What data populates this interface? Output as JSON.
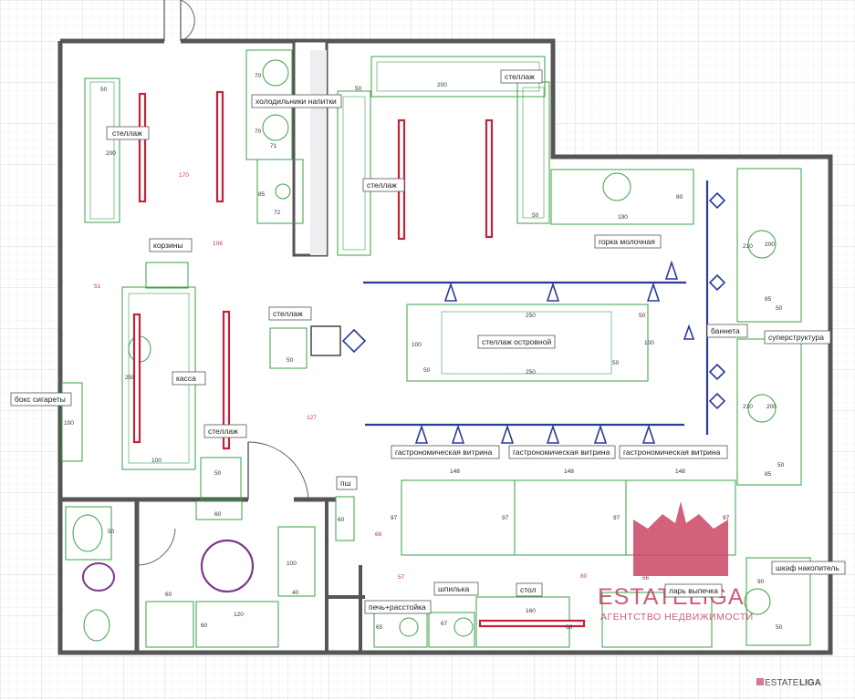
{
  "labels": {
    "shelf_tl": "стеллаж",
    "fridges": "холодильники напитки",
    "shelf_top": "стеллаж",
    "shelf_mid": "стеллаж",
    "milk": "горка молочная",
    "baskets": "корзины",
    "shelf_small": "стеллаж",
    "island": "стеллаж островной",
    "banner": "баннета",
    "superstructure": "суперструктура",
    "cashier": "касса",
    "cigarettes": "бокс сигареты",
    "shelf_bottom": "стеллаж",
    "gastro1": "гастрономическая витрина",
    "gastro2": "гастрономическая витрина",
    "gastro3": "гастрономическая витрина",
    "psh": "пш",
    "cabinet": "шкаф накопитель",
    "oven": "печь+расстойка",
    "pin": "шпилька",
    "table": "стол",
    "chest": "ларь выпечка"
  },
  "dims": {
    "d50a": "50",
    "d200a": "200",
    "d170": "170",
    "d70a": "70",
    "d70b": "70",
    "d71": "71",
    "d85": "85",
    "d72": "72",
    "d108": "108",
    "d200b": "200",
    "d50b": "50",
    "d80": "80",
    "d190": "190",
    "d51": "51",
    "d50c": "50",
    "d250a": "250",
    "d100a": "100",
    "d50d": "50",
    "d250b": "250",
    "d50e": "50",
    "d100b": "100",
    "d50f": "50",
    "d210a": "210",
    "d200c": "200",
    "d85b": "85",
    "d50g": "50",
    "d210b": "210",
    "d200d": "200",
    "d85c": "85",
    "d50h": "50",
    "d250c": "250",
    "d100c": "100",
    "d127": "127",
    "d100d": "100",
    "d50i": "50",
    "d50j": "50",
    "d60a": "60",
    "d148a": "148",
    "d148b": "148",
    "d148c": "148",
    "d97a": "97",
    "d97b": "97",
    "d97c": "97",
    "d97d": "97",
    "d50k": "50",
    "d60b": "60",
    "d66": "66",
    "d100e": "100",
    "d40": "40",
    "d57": "57",
    "d60c": "60",
    "d120": "120",
    "d60d": "60",
    "d80b": "80",
    "d65": "65",
    "d67": "67",
    "d160": "160",
    "d66b": "66",
    "d60e": "60",
    "d90": "90",
    "d50": "50"
  },
  "watermark": {
    "name": "ESTATELIGA",
    "tagline": "АГЕНТСТВО НЕДВИЖИМОСТИ",
    "corner_a": "ESTATE",
    "corner_b": "LIGA"
  },
  "colors": {
    "equipment": "#3aa046",
    "racks": "#c4213a",
    "rails": "#2a3a9a",
    "walls": "#555555",
    "watermark": "#c8405e"
  }
}
